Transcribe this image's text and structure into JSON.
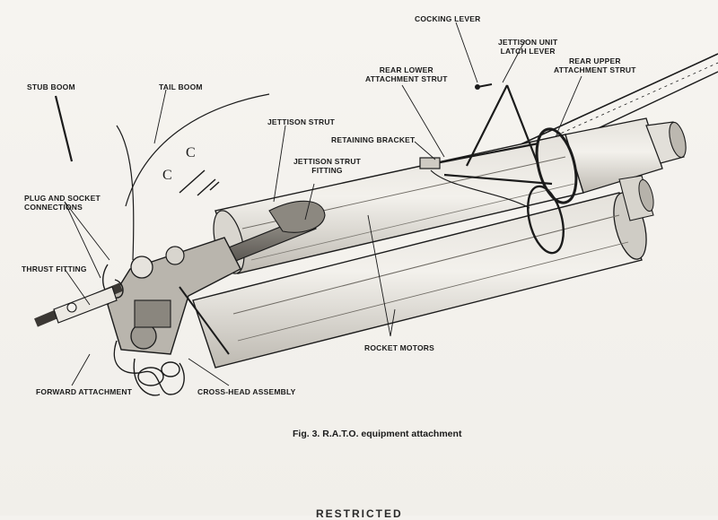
{
  "labels": {
    "cocking_lever": "COCKING LEVER",
    "jettison_unit_latch_lever": "JETTISON UNIT\nLATCH LEVER",
    "rear_upper_attachment_strut": "REAR UPPER\nATTACHMENT STRUT",
    "rear_lower_attachment_strut": "REAR LOWER\nATTACHMENT STRUT",
    "stub_boom": "STUB BOOM",
    "tail_boom": "TAIL BOOM",
    "jettison_strut": "JETTISON STRUT",
    "retaining_bracket": "RETAINING BRACKET",
    "jettison_strut_fitting": "JETTISON STRUT\nFITTING",
    "plug_and_socket_connections": "PLUG AND SOCKET\nCONNECTIONS",
    "thrust_fitting": "THRUST FITTING",
    "rocket_motors": "ROCKET MOTORS",
    "forward_attachment": "FORWARD ATTACHMENT",
    "cross_head_assembly": "CROSS-HEAD ASSEMBLY"
  },
  "caption": "Fig. 3.   R.A.T.O. equipment attachment",
  "footer": "RESTRICTED",
  "colors": {
    "ink": "#1b1b1b",
    "paper": "#f4f2ee"
  }
}
